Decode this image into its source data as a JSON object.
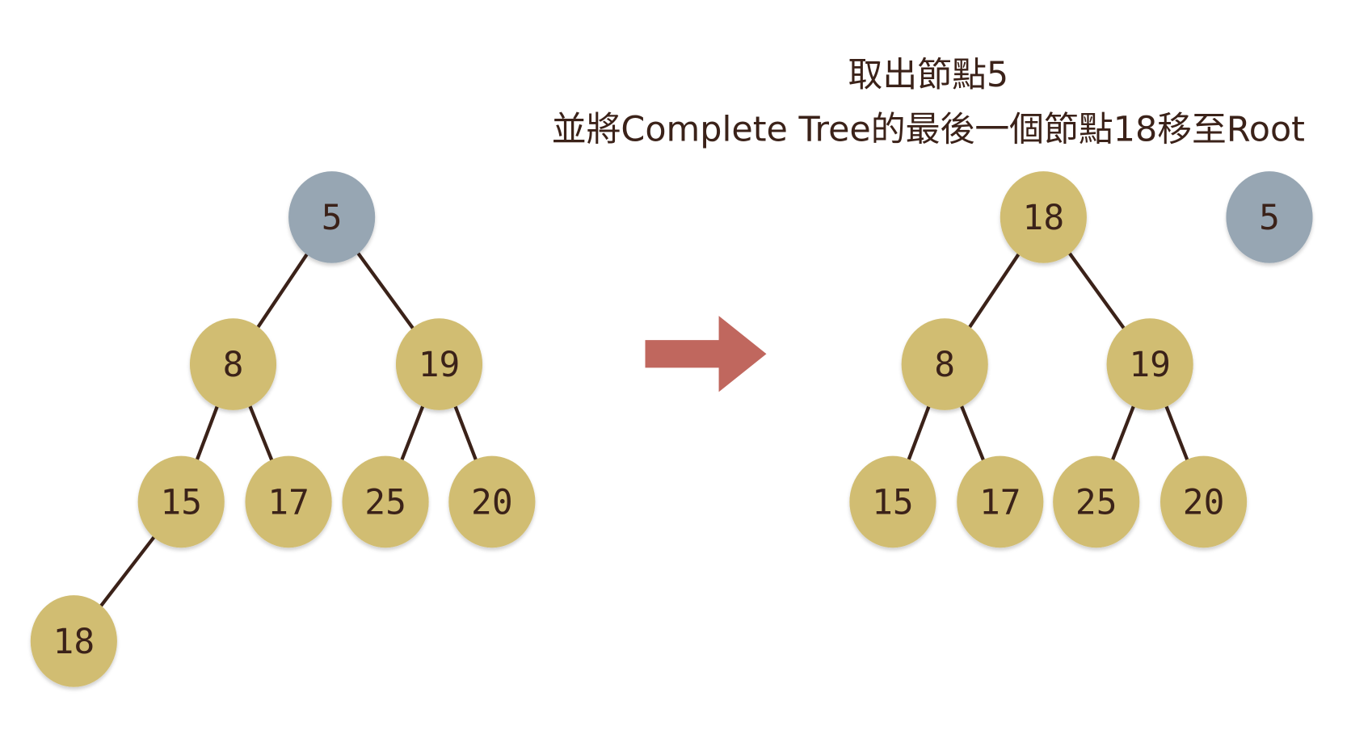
{
  "title": {
    "line1": "取出節點5",
    "line2": "並將Complete Tree的最後一個節點18移至Root"
  },
  "colors": {
    "node": "#D1BD72",
    "removed_node": "#97A6B3",
    "edge": "#3b2219",
    "arrow": "#C0675E"
  },
  "before_tree": {
    "nodes": [
      {
        "id": "a",
        "label": "5",
        "removed": true
      },
      {
        "id": "b",
        "label": "8"
      },
      {
        "id": "c",
        "label": "19"
      },
      {
        "id": "d",
        "label": "15"
      },
      {
        "id": "e",
        "label": "17"
      },
      {
        "id": "f",
        "label": "25"
      },
      {
        "id": "g",
        "label": "20"
      },
      {
        "id": "h",
        "label": "18"
      }
    ],
    "edges": [
      [
        "a",
        "b"
      ],
      [
        "a",
        "c"
      ],
      [
        "b",
        "d"
      ],
      [
        "b",
        "e"
      ],
      [
        "c",
        "f"
      ],
      [
        "c",
        "g"
      ],
      [
        "d",
        "h"
      ]
    ]
  },
  "after_tree": {
    "nodes": [
      {
        "id": "a",
        "label": "18"
      },
      {
        "id": "b",
        "label": "8"
      },
      {
        "id": "c",
        "label": "19"
      },
      {
        "id": "d",
        "label": "15"
      },
      {
        "id": "e",
        "label": "17"
      },
      {
        "id": "f",
        "label": "25"
      },
      {
        "id": "g",
        "label": "20"
      },
      {
        "id": "x",
        "label": "5",
        "removed": true
      }
    ],
    "edges": [
      [
        "a",
        "b"
      ],
      [
        "a",
        "c"
      ],
      [
        "b",
        "d"
      ],
      [
        "b",
        "e"
      ],
      [
        "c",
        "f"
      ],
      [
        "c",
        "g"
      ]
    ]
  }
}
